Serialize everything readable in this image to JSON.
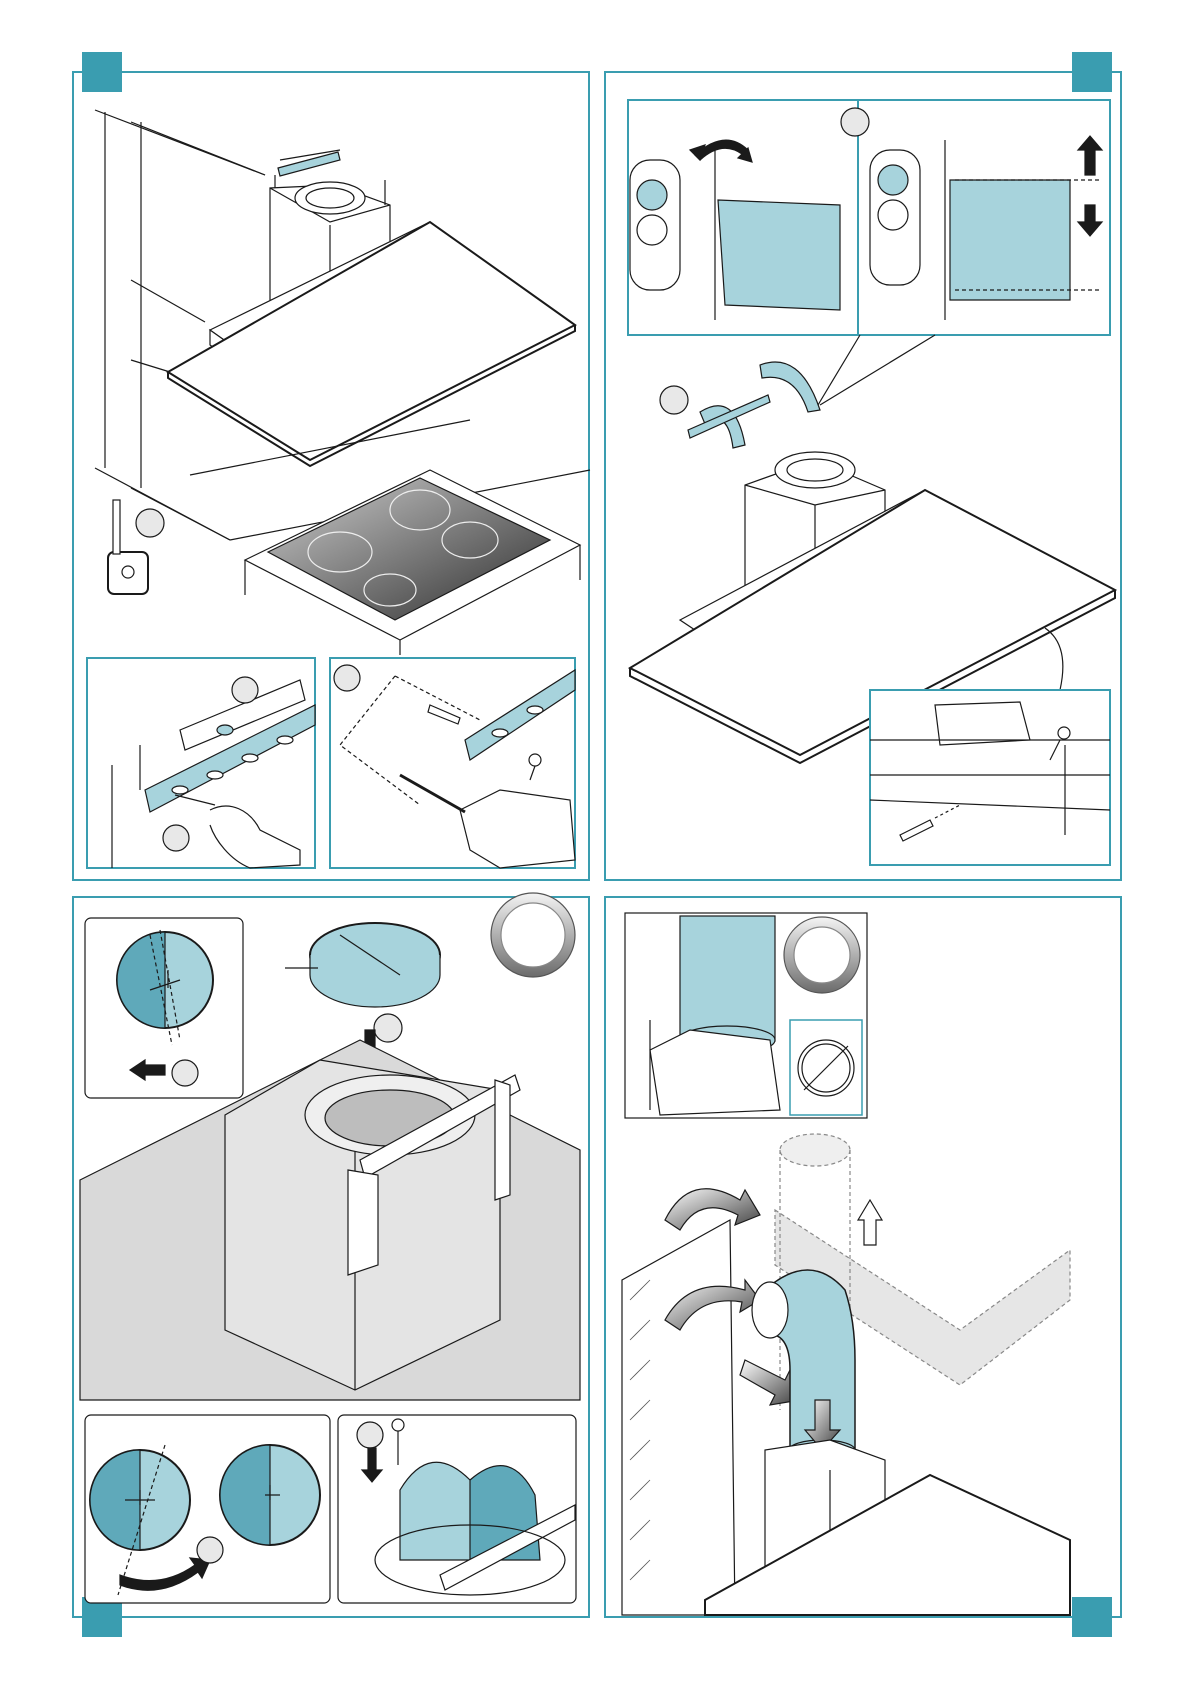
{
  "page": {
    "title": "",
    "accent_color": "#3a9db0",
    "fill_color": "#a7d3dc",
    "line_color": "#1a1a1a"
  },
  "panels": [
    {
      "id": "top-left",
      "description_icons": [
        "tape-measure-icon",
        "spirit-level-icon",
        "drill-icon"
      ]
    },
    {
      "id": "top-right",
      "description_icons": [
        "rotate-arrow-icon",
        "height-adjust-icon",
        "screw-icon"
      ]
    },
    {
      "id": "bottom-left",
      "description_icons": [
        "damper-icon",
        "arrow-left-icon",
        "screw-icon"
      ]
    },
    {
      "id": "bottom-right",
      "description_icons": [
        "duct-icon",
        "clamp-icon",
        "airflow-arrow-icon"
      ]
    }
  ],
  "corner_markers": [
    "marker-top-left",
    "marker-top-right",
    "marker-bottom-left",
    "marker-bottom-right"
  ]
}
